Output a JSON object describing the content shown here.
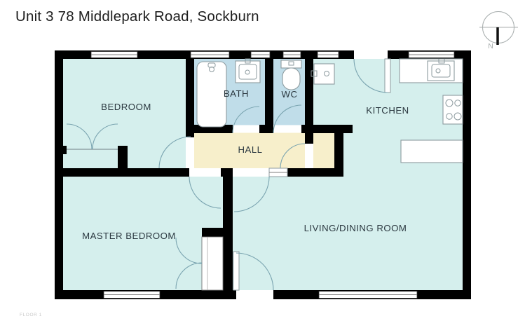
{
  "title": "Unit 3 78 Middlepark Road, Sockburn",
  "floor_label": "FLOOR 1",
  "compass": {
    "direction_label": "N"
  },
  "rooms": {
    "bedroom": {
      "label": "BEDROOM"
    },
    "bath": {
      "label": "BATH"
    },
    "wc": {
      "label": "WC"
    },
    "kitchen": {
      "label": "KITCHEN"
    },
    "hall": {
      "label": "HALL"
    },
    "master_bedroom": {
      "label": "MASTER BEDROOM"
    },
    "living_dining": {
      "label": "LIVING/DINING ROOM"
    }
  },
  "colors": {
    "room_fill": "#d5efed",
    "wet_room_fill": "#c0dde9",
    "hall_fill": "#f7efcb",
    "closet_fill": "#ffffff",
    "wall": "#000000",
    "door_arc": "#7aa4b0",
    "fixture_stroke": "#8d9b9f",
    "label_text": "#2b3840",
    "title_text": "#1e1e1e",
    "floor_label_text": "#c9c9c9",
    "compass_gray": "#a8aeae"
  }
}
